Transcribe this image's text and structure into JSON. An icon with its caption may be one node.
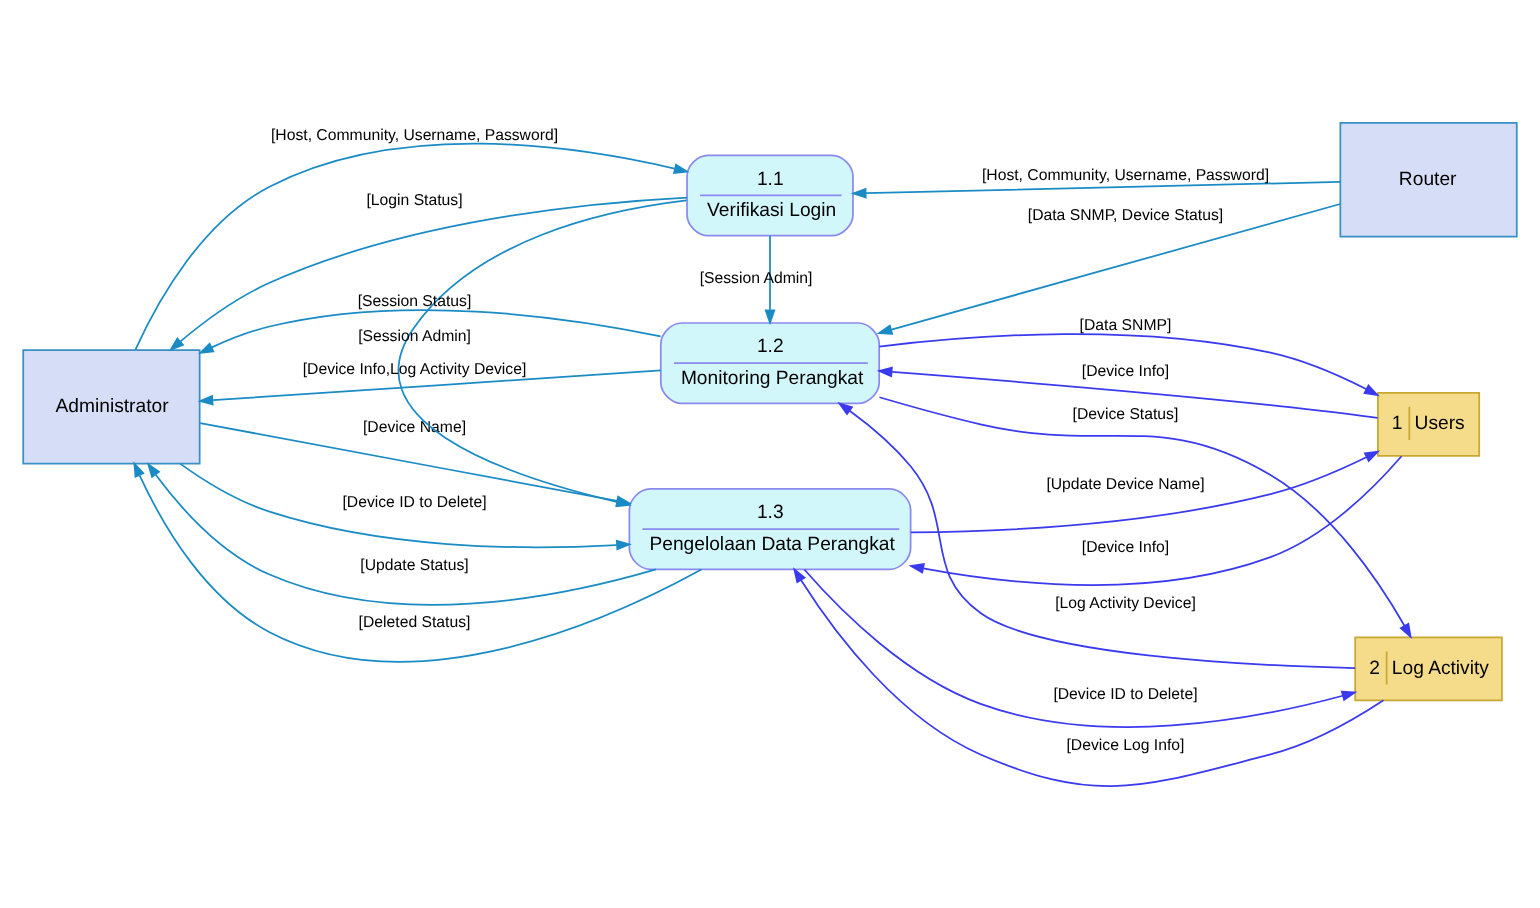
{
  "diagram": {
    "nodes": [
      {
        "text": [
          "Administrator"
        ]
      },
      {
        "text": [
          "1.1",
          "Verifikasi Login"
        ]
      },
      {
        "text": [
          "Router"
        ]
      },
      {
        "text": [
          "1.2",
          "Monitoring Perangkat"
        ]
      },
      {
        "text": [
          "1.3",
          "Pengelolaan Data Perangkat"
        ]
      },
      {
        "text": [
          "1",
          "Users"
        ]
      },
      {
        "text": [
          "2",
          "Log Activity"
        ]
      }
    ],
    "edges": [
      {
        "from": 0,
        "to": 1,
        "arrow": "to",
        "label": "[Host, Community, Username, Password]"
      },
      {
        "from": 2,
        "to": 1,
        "arrow": "to",
        "label": "[Host, Community, Username, Password]"
      },
      {
        "from": 1,
        "to": 0,
        "arrow": "to",
        "label": "[Login Status]"
      },
      {
        "from": 1,
        "to": 4,
        "arrow": "to",
        "label": "[Session Admin]"
      },
      {
        "from": 1,
        "to": 3,
        "arrow": "to",
        "label": "[Session Admin]"
      },
      {
        "from": 3,
        "to": 0,
        "arrow": "to",
        "label": "[Session Status]"
      },
      {
        "from": 3,
        "to": 0,
        "arrow": "to",
        "label": "[Device Info,Log Activity Device]"
      },
      {
        "from": 2,
        "to": 3,
        "arrow": "to",
        "label": "[Data SNMP, Device Status]"
      },
      {
        "from": 5,
        "to": 3,
        "arrow": "to",
        "label": "[Device Info]",
        "color": "#3a3aee"
      },
      {
        "from": 3,
        "to": 5,
        "arrow": "to",
        "label": "[Data SNMP]",
        "color": "#3a3aee"
      },
      {
        "from": 3,
        "to": 6,
        "arrow": "to",
        "label": "[Device Status]",
        "color": "#3a3aee"
      },
      {
        "from": 6,
        "to": 3,
        "arrow": "to",
        "label": "[Log Activity Device]",
        "color": "#3a3aee"
      },
      {
        "from": 0,
        "to": 4,
        "arrow": "to",
        "label": "[Device Name]"
      },
      {
        "from": 0,
        "to": 4,
        "arrow": "to",
        "label": "[Device ID to Delete]"
      },
      {
        "from": 4,
        "to": 0,
        "arrow": "to",
        "label": "[Update Status]"
      },
      {
        "from": 4,
        "to": 0,
        "arrow": "to",
        "label": "[Deleted Status]"
      },
      {
        "from": 4,
        "to": 5,
        "arrow": "to",
        "label": "[Update Device Name]",
        "color": "#3a3aee"
      },
      {
        "from": 5,
        "to": 4,
        "arrow": "to",
        "label": "[Device Info]",
        "color": "#3a3aee"
      },
      {
        "from": 4,
        "to": 6,
        "arrow": "to",
        "label": "[Device ID to Delete]",
        "color": "#3a3aee"
      },
      {
        "from": 6,
        "to": 4,
        "arrow": "to",
        "label": "[Device Log Info]",
        "color": "#3a3aee"
      }
    ]
  }
}
